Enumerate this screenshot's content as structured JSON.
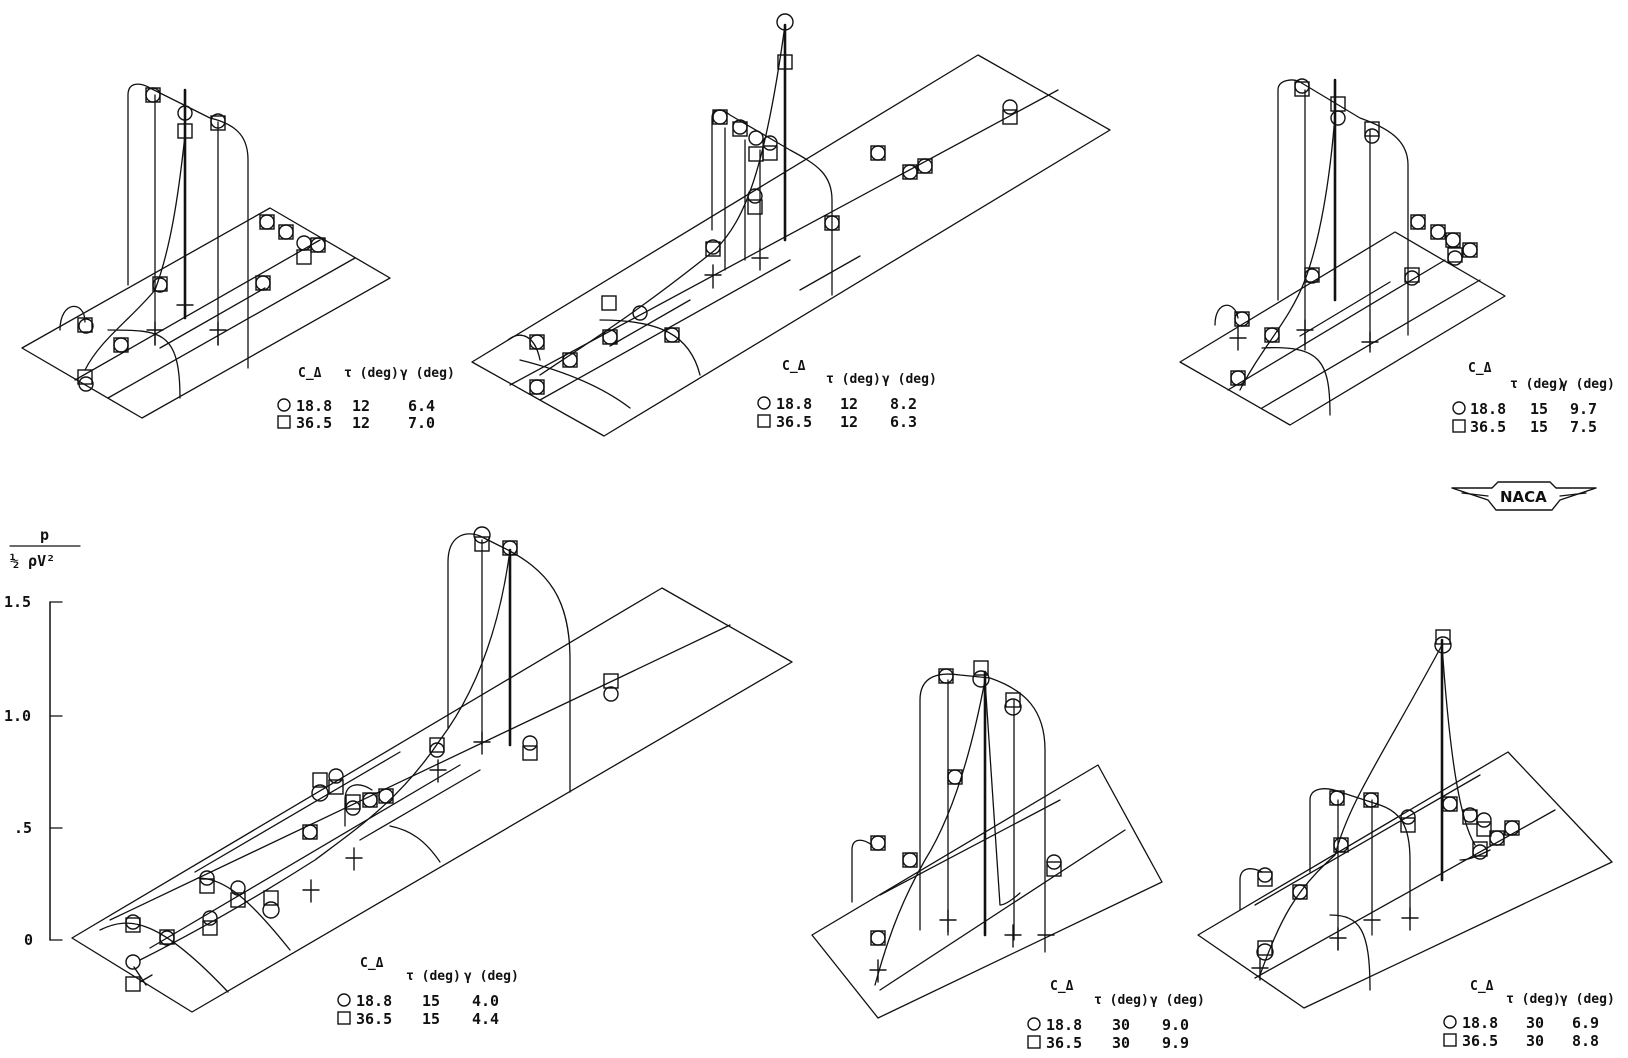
{
  "figure": {
    "yaxis": {
      "label_num": "p",
      "label_den": "½ ρV²",
      "ticks": [
        "1.5",
        "1.0",
        ".5",
        "0"
      ]
    },
    "logo": "NACA",
    "panels": [
      {
        "id": "a",
        "header": [
          "C_Δ",
          "τ (deg)",
          "γ (deg)"
        ],
        "rows": [
          [
            "18.8",
            "12",
            "6.4"
          ],
          [
            "36.5",
            "12",
            "7.0"
          ]
        ]
      },
      {
        "id": "b",
        "header": [
          "C_Δ",
          "τ (deg)",
          "γ (deg)"
        ],
        "rows": [
          [
            "18.8",
            "12",
            "8.2"
          ],
          [
            "36.5",
            "12",
            "6.3"
          ]
        ]
      },
      {
        "id": "c",
        "header": [
          "C_Δ",
          "τ (deg)",
          "γ (deg)"
        ],
        "rows": [
          [
            "18.8",
            "15",
            "9.7"
          ],
          [
            "36.5",
            "15",
            "7.5"
          ]
        ]
      },
      {
        "id": "d",
        "header": [
          "C_Δ",
          "τ (deg)",
          "γ (deg)"
        ],
        "rows": [
          [
            "18.8",
            "15",
            "4.0"
          ],
          [
            "36.5",
            "15",
            "4.4"
          ]
        ]
      },
      {
        "id": "e",
        "header": [
          "C_Δ",
          "τ (deg)",
          "γ (deg)"
        ],
        "rows": [
          [
            "18.8",
            "30",
            "9.0"
          ],
          [
            "36.5",
            "30",
            "9.9"
          ]
        ]
      },
      {
        "id": "f",
        "header": [
          "C_Δ",
          "τ (deg)",
          "γ (deg)"
        ],
        "rows": [
          [
            "18.8",
            "30",
            "6.9"
          ],
          [
            "36.5",
            "30",
            "8.8"
          ]
        ]
      }
    ]
  },
  "symbols": {
    "circle": "circle-symbol",
    "square": "square-symbol"
  }
}
